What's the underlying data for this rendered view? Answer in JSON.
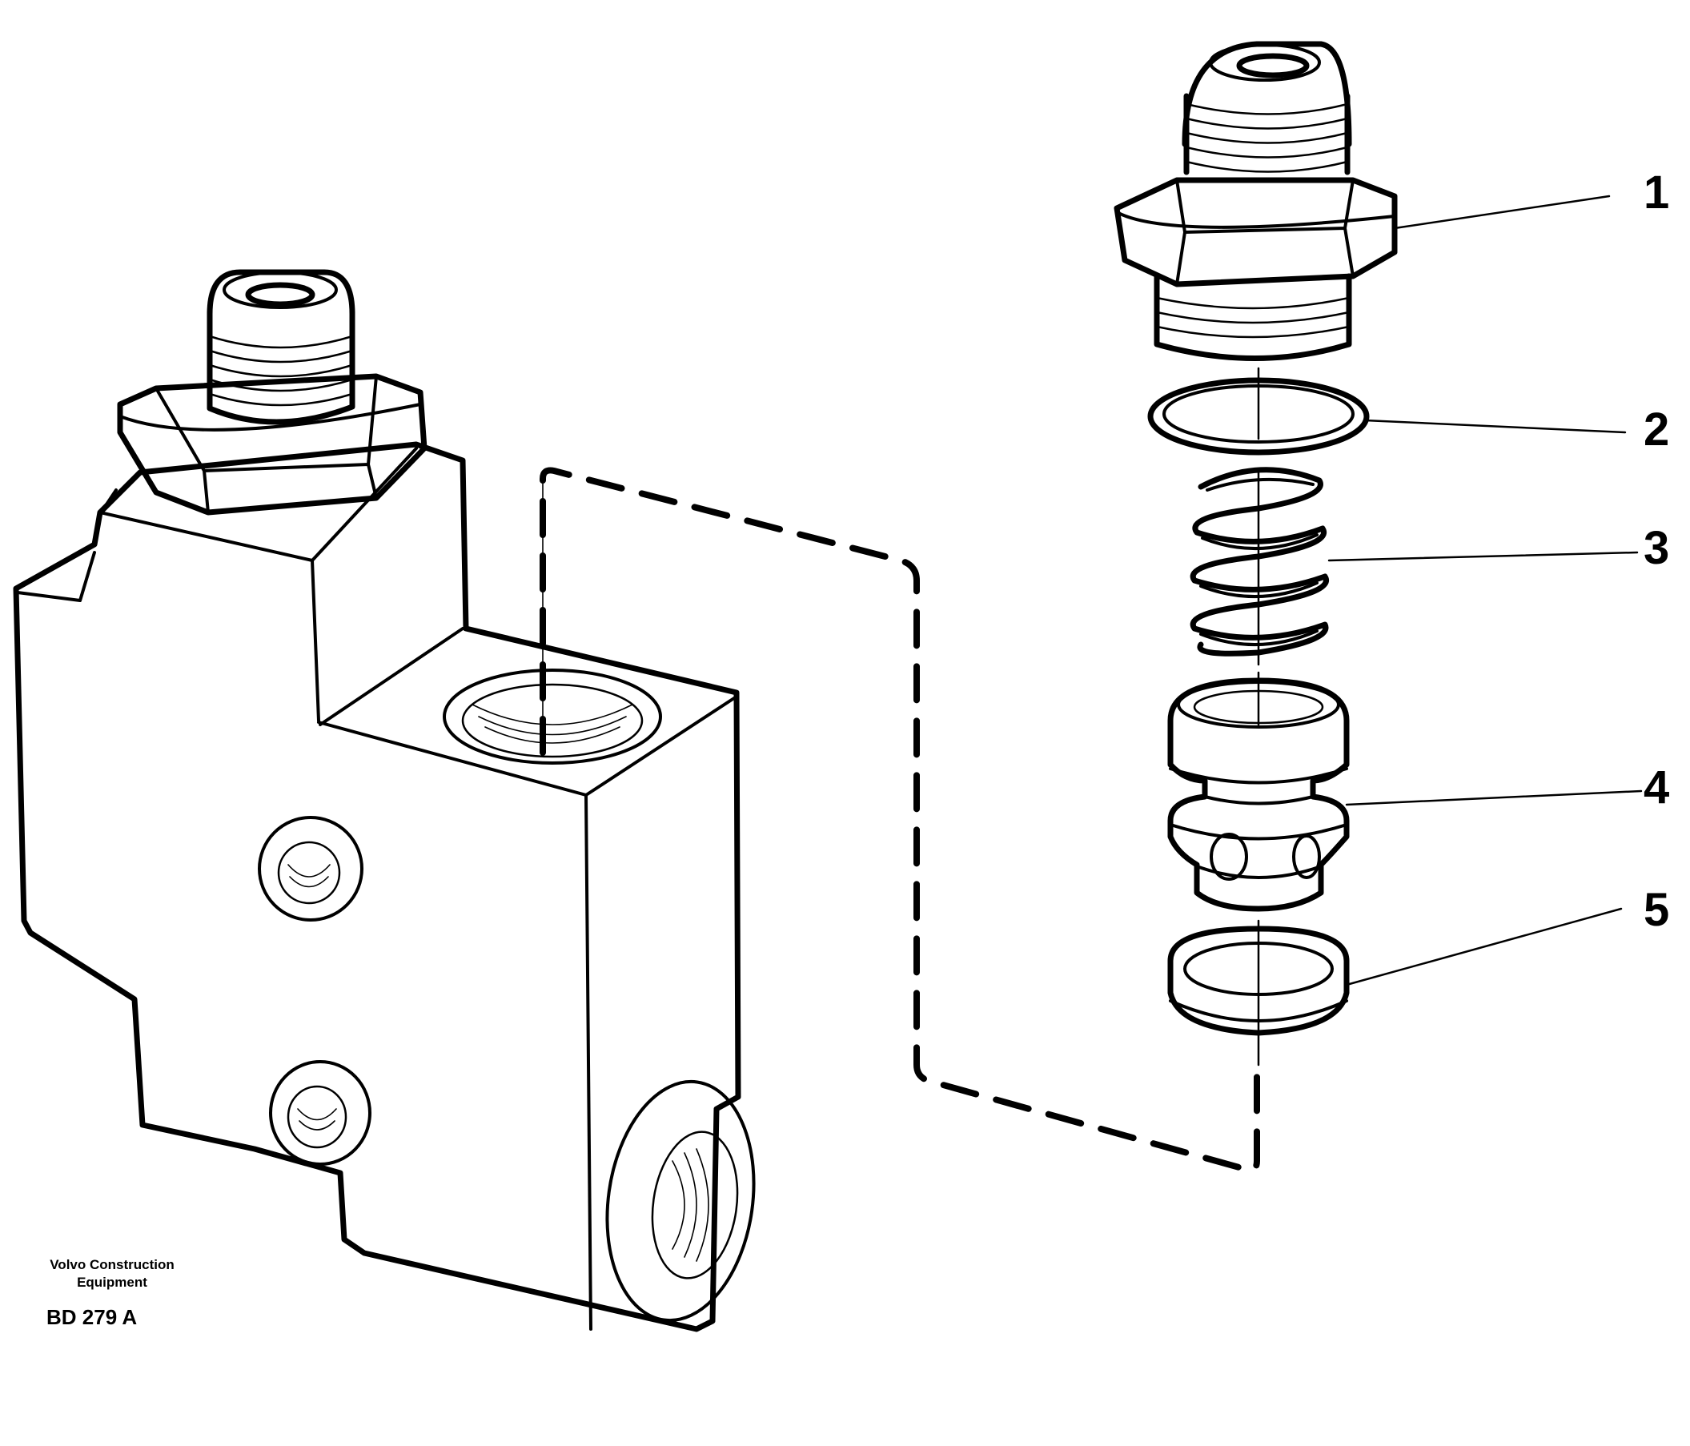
{
  "callouts": [
    {
      "number": "1"
    },
    {
      "number": "2"
    },
    {
      "number": "3"
    },
    {
      "number": "4"
    },
    {
      "number": "5"
    }
  ],
  "credit": {
    "line1": "Volvo Construction",
    "line2": "Equipment",
    "code": "BD 279 A"
  }
}
